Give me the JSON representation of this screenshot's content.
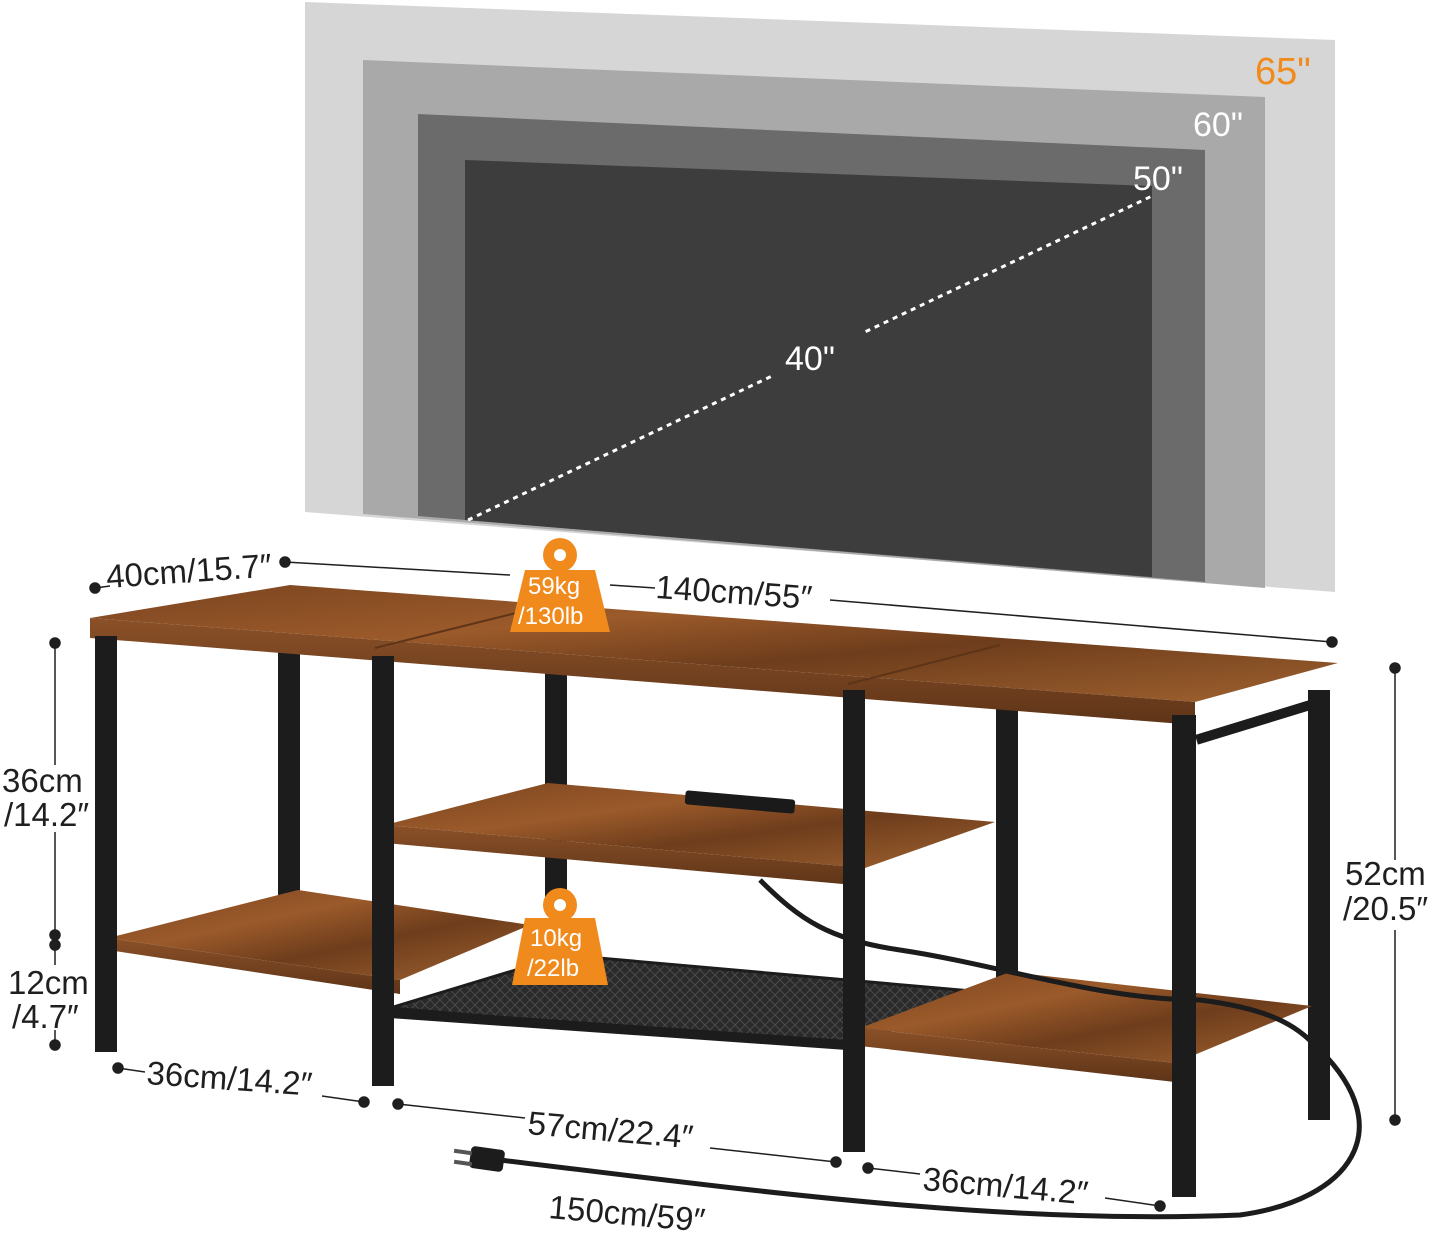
{
  "tv_sizes": {
    "s65": "65\"",
    "s60": "60\"",
    "s50": "50\"",
    "s40": "40\""
  },
  "weights": {
    "top": {
      "kg": "59kg",
      "lb": "/130lb"
    },
    "shelf": {
      "kg": "10kg",
      "lb": "/22lb"
    }
  },
  "dimensions": {
    "depth": "40cm/15.7″",
    "width": "140cm/55″",
    "upper_height_cm": "36cm",
    "upper_height_in": "/14.2″",
    "lower_height_cm": "12cm",
    "lower_height_in": "/4.7″",
    "total_height_cm": "52cm",
    "total_height_in": "/20.5″",
    "left_width": "36cm/14.2″",
    "middle_width": "57cm/22.4″",
    "right_width": "36cm/14.2″",
    "cord_length": "150cm/59″"
  },
  "colors": {
    "accent": "#f08a1c",
    "tv_65": "#d6d6d6",
    "tv_60": "#a9a9a9",
    "tv_50": "#6b6b6b",
    "tv_40": "#3d3d3d",
    "wood": "#8a4f25",
    "metal": "#1c1c1c"
  },
  "icons": [
    "weight-icon",
    "power-plug-icon"
  ]
}
